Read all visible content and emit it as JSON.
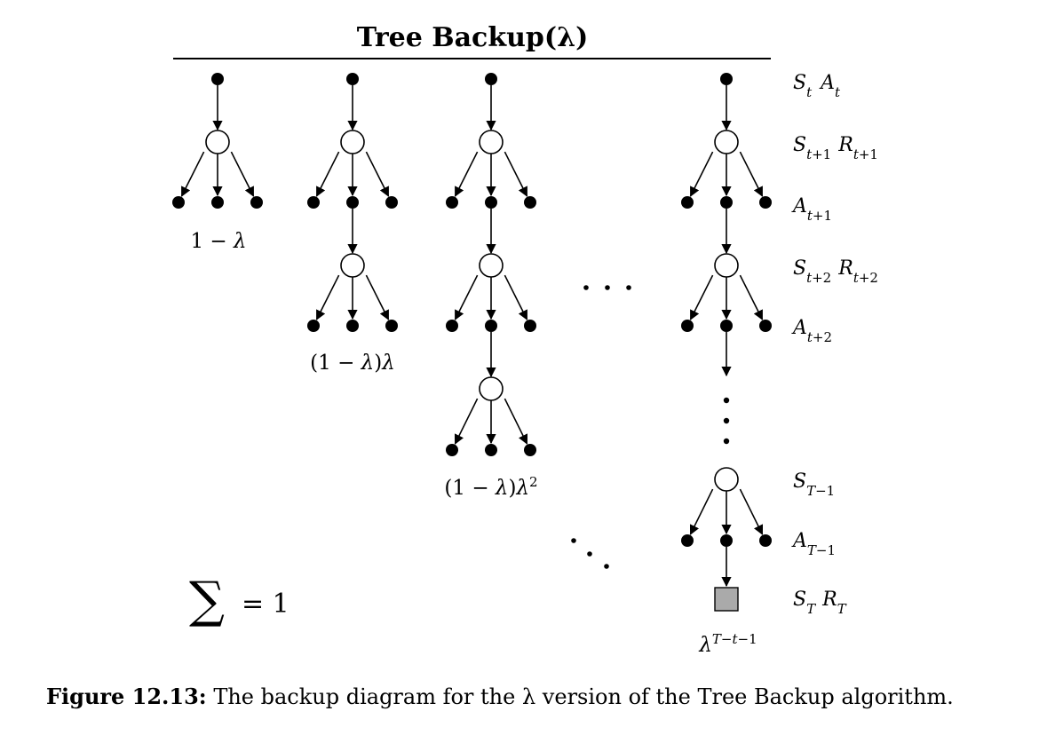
{
  "diagram": {
    "title": "Tree Backup(λ)",
    "weights": [
      "1 − λ",
      "(1 − λ)λ",
      "(1 − λ)λ²",
      "λ^(T−t−1)"
    ],
    "sum": "∑ = 1",
    "row_labels": [
      "S_t A_t",
      "S_t+1 R_t+1",
      "A_t+1",
      "S_t+2 R_t+2",
      "A_t+2",
      "S_T−1",
      "A_T−1",
      "S_T R_T"
    ],
    "node_colors": {
      "action": "#000000",
      "state": "#ffffff",
      "terminal": "#aaaaaa"
    }
  },
  "caption": {
    "label": "Figure 12.13:",
    "text": "The backup diagram for the λ version of the Tree Backup algorithm."
  }
}
